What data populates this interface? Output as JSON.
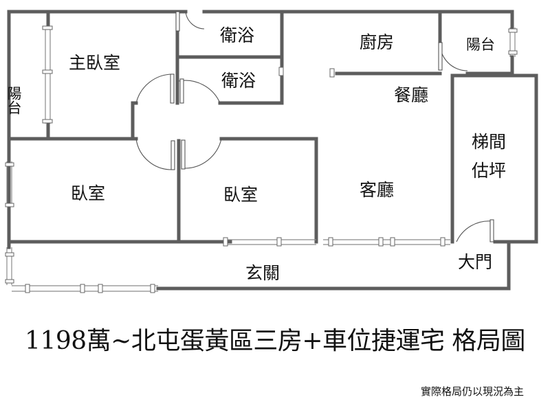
{
  "title": "1198萬~北屯蛋黃區三房+車位捷運宅  格局圖",
  "note": "實際格局仍以現況為主",
  "rooms": {
    "master_bedroom": "主臥室",
    "balcony_left": "陽台",
    "bath_1": "衛浴",
    "bath_2": "衛浴",
    "kitchen": "廚房",
    "balcony_right": "陽台",
    "dining": "餐廳",
    "stair_line1": "梯間",
    "stair_line2": "估坪",
    "bedroom_1": "臥室",
    "bedroom_2": "臥室",
    "living": "客廳",
    "entrance": "玄關",
    "main_door": "大門"
  }
}
